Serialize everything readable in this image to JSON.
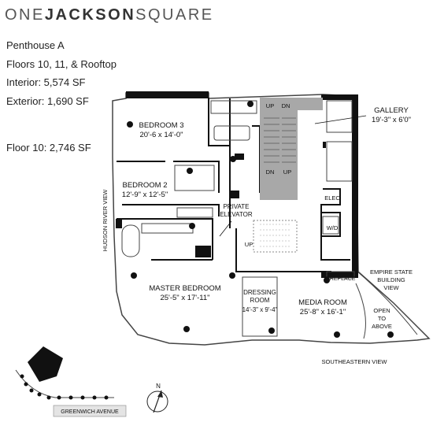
{
  "brand": {
    "light_1": "ONE",
    "bold": "JACKSON",
    "light_2": "SQUARE"
  },
  "unit": {
    "name": "Penthouse A",
    "floors": "Floors 10, 11, & Rooftop",
    "interior": "Interior: 5,574 SF",
    "exterior": "Exterior: 1,690 SF",
    "floor_area": "Floor 10: 2,746 SF"
  },
  "rooms": {
    "bedroom3": {
      "name": "BEDROOM 3",
      "dims": "20'-6 x 14'-0\""
    },
    "bedroom2": {
      "name": "BEDROOM 2",
      "dims": "12'-9\" x 12'-5\""
    },
    "gallery": {
      "name": "GALLERY",
      "dims": "19'-3\" x 6'0\""
    },
    "master": {
      "name": "MASTER BEDROOM",
      "dims": "25'-5\" x 17'-11\""
    },
    "dressing": {
      "name_1": "DRESSING",
      "name_2": "ROOM",
      "dims": "14'-3\" x 9'-4\""
    },
    "media": {
      "name": "MEDIA ROOM",
      "dims": "25'-8\" x 16'-1\""
    }
  },
  "labels": {
    "up": "UP",
    "dn": "DN",
    "private": "PRIVATE",
    "elevator": "ELEVATOR",
    "elec": "ELEC",
    "wd": "W/D",
    "fireplace": "FIREPLACE",
    "empire_1": "EMPIRE STATE",
    "empire_2": "BUILDING",
    "empire_3": "VIEW",
    "open_1": "OPEN",
    "open_2": "TO",
    "open_3": "ABOVE",
    "southeastern": "SOUTHEASTERN VIEW",
    "hudson": "HUDSON RIVER VIEW",
    "greenwich": "GREENWICH AVENUE",
    "north": "N"
  },
  "colors": {
    "wall": "#111111",
    "stair": "#a8a8a8",
    "ink": "#222222"
  }
}
